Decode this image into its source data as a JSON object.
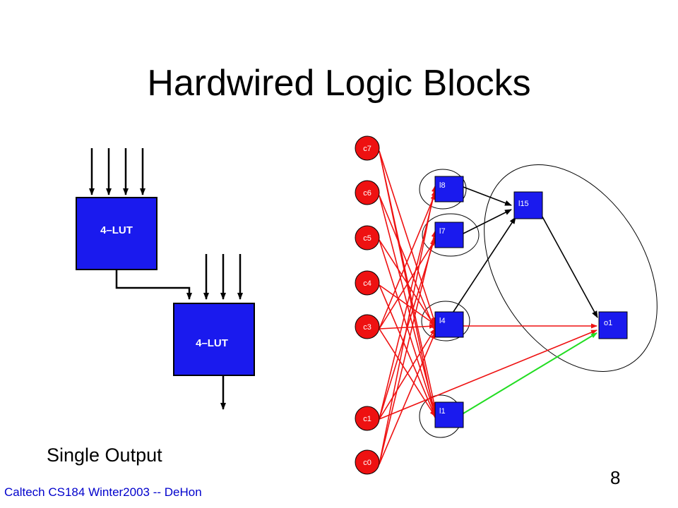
{
  "slide": {
    "title": "Hardwired Logic Blocks",
    "caption": "Single Output",
    "footer": "Caltech CS184 Winter2003 -- DeHon",
    "page_number": "8"
  },
  "lut_diagram": {
    "lut1_label": "4–LUT",
    "lut2_label": "4–LUT",
    "block_color": "#1a1aee"
  },
  "graph": {
    "input_nodes": [
      "c7",
      "c6",
      "c5",
      "c4",
      "c3",
      "c1",
      "c0"
    ],
    "logic_nodes": [
      "l8",
      "l7",
      "l4",
      "l1",
      "l15"
    ],
    "output_nodes": [
      "o1"
    ],
    "colors": {
      "input_node": "#ee1111",
      "logic_node": "#1a1aee",
      "red_edge": "#ee1111",
      "black_edge": "#000000",
      "green_edge": "#22dd22"
    }
  }
}
